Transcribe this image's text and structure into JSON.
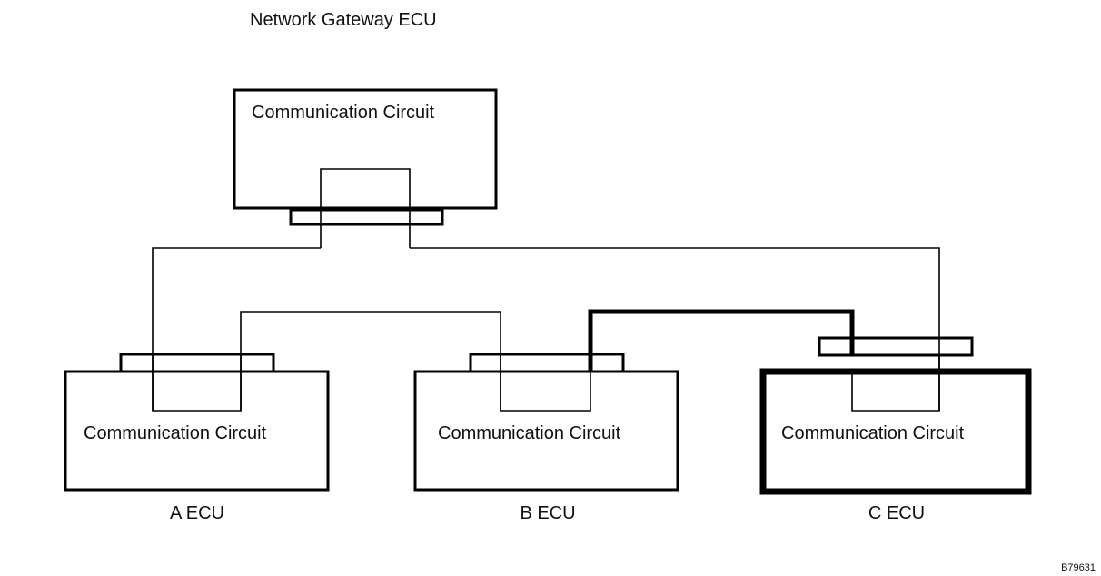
{
  "title": "Network Gateway ECU",
  "gateway": {
    "circuit_label": "Communication Circuit"
  },
  "ecus": [
    {
      "name": "A ECU",
      "circuit_label": "Communication Circuit",
      "highlighted": false
    },
    {
      "name": "B ECU",
      "circuit_label": "Communication Circuit",
      "highlighted": false
    },
    {
      "name": "C ECU",
      "circuit_label": "Communication Circuit",
      "highlighted": true
    }
  ],
  "figure_code": "B79631"
}
